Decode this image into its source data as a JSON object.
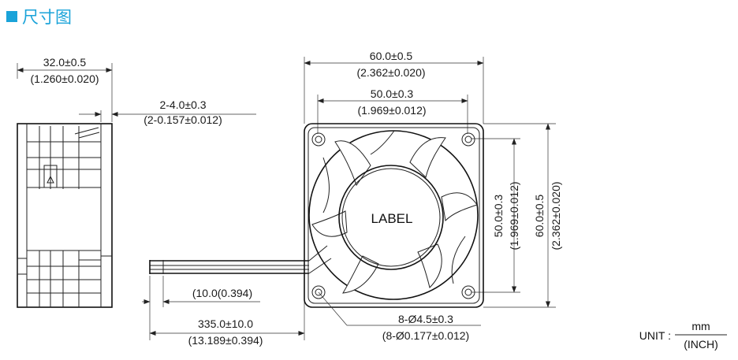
{
  "header": {
    "title": "尺寸图"
  },
  "side_view": {
    "width_mm": "32.0±0.5",
    "width_in": "(1.260±0.020)",
    "flange_mm": "2-4.0±0.3",
    "flange_in": "(2-0.157±0.012)"
  },
  "front_view": {
    "outer_h_mm": "60.0±0.5",
    "outer_h_in": "(2.362±0.020)",
    "hole_h_mm": "50.0±0.3",
    "hole_h_in": "(1.969±0.012)",
    "hole_v_mm": "50.0±0.3",
    "hole_v_in": "(1.969±0.012)",
    "outer_v_mm": "60.0±0.5",
    "outer_v_in": "(2.362±0.020)",
    "hub_label": "LABEL",
    "holes_mm": "8-Ø4.5±0.3",
    "holes_in": "(8-Ø0.177±0.012)"
  },
  "wire": {
    "strip_len": "(10.0(0.394)",
    "length_mm": "335.0±10.0",
    "length_in": "(13.189±0.394)"
  },
  "unit": {
    "prefix": "UNIT :",
    "numerator": "mm",
    "denominator": "(INCH)"
  }
}
